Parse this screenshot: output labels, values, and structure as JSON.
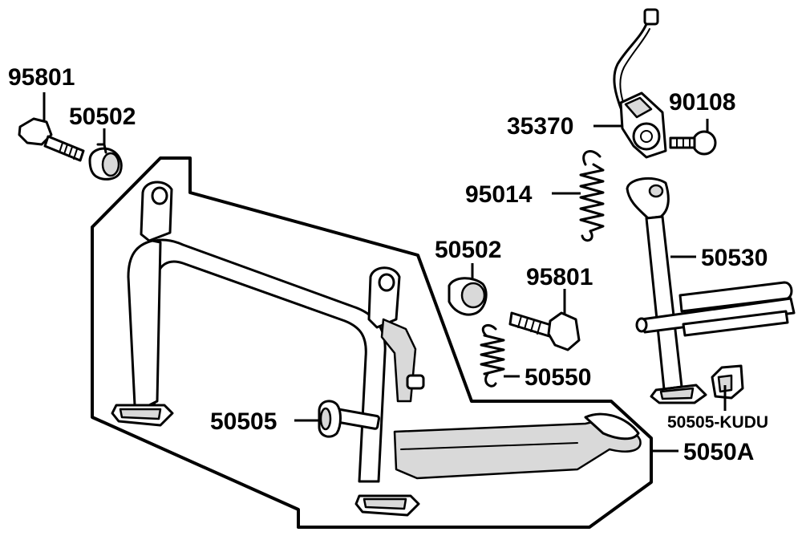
{
  "labels": {
    "bolt_top_left": "95801",
    "collar_top_left": "50502",
    "sensor": "35370",
    "screw_small": "90108",
    "spring_long": "95014",
    "side_stand": "50530",
    "collar_mid": "50502",
    "bolt_mid": "95801",
    "spring_short": "50550",
    "shaft_collar": "50505",
    "stand_pad": "50505-KUDU",
    "main_stand_assy": "5050A"
  }
}
